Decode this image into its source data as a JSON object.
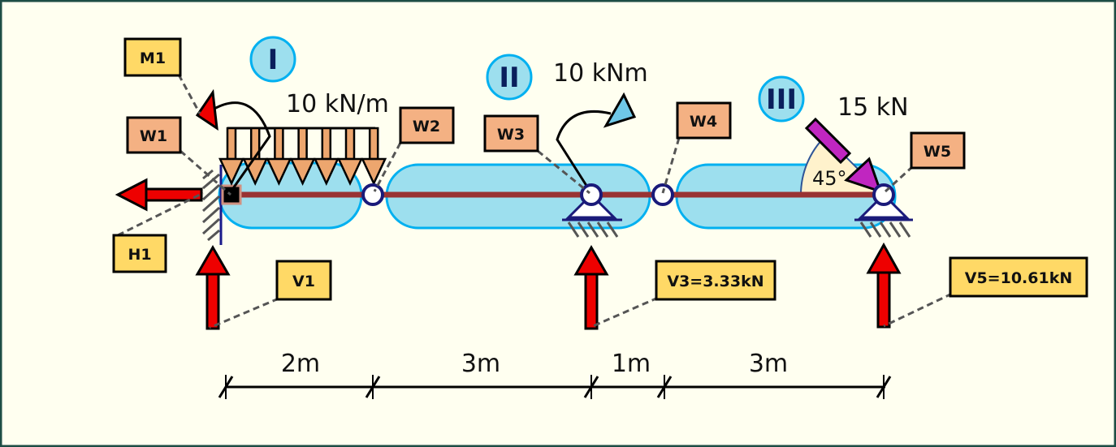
{
  "segments": [
    "I",
    "II",
    "III"
  ],
  "loads": {
    "distributed": "10 kN/m",
    "moment": "10 kNm",
    "point": "15 kN",
    "angle": "45°"
  },
  "labels": {
    "M1": "M1",
    "W1": "W1",
    "H1": "H1",
    "V1": "V1",
    "W2": "W2",
    "W3": "W3",
    "W4": "W4",
    "W5": "W5",
    "V3": "V3=3.33kN",
    "V5": "V5=10.61kN"
  },
  "dimensions": [
    "2m",
    "3m",
    "1m",
    "3m"
  ],
  "colors": {
    "background": "#FFFFF0",
    "border": "#1E4D45",
    "beam": "#993333",
    "segment_fill": "#9DDFEE",
    "segment_stroke": "#00B0F0",
    "reaction_arrow": "#EE0000",
    "point_load": "#C026C0",
    "reaction_label": "#FFD966",
    "hinge_label": "#F4B183"
  }
}
